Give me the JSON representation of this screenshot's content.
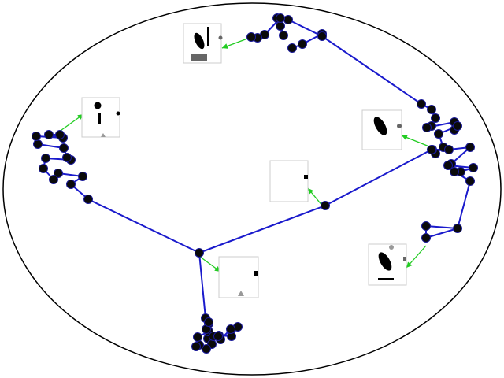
{
  "colors": {
    "background": "#ffffff",
    "boundary": "#000000",
    "edge": "#1a1acc",
    "node_fill": "#0a0a0a",
    "node_stroke": "#1a1a99",
    "arrow": "#22cc22",
    "thumb_border": "#cccccc",
    "thumb_dark": "#000000",
    "thumb_mid": "#666666",
    "thumb_light": "#999999"
  },
  "diagram": {
    "boundary_shape": "ellipse",
    "hub_nodes": [
      "hub-center",
      "hub-right"
    ],
    "clusters": [
      "top",
      "left",
      "right",
      "bottom"
    ],
    "thumbnails": [
      "thumb-top",
      "thumb-left",
      "thumb-right",
      "thumb-center",
      "thumb-bottom",
      "thumb-lower-right"
    ]
  }
}
